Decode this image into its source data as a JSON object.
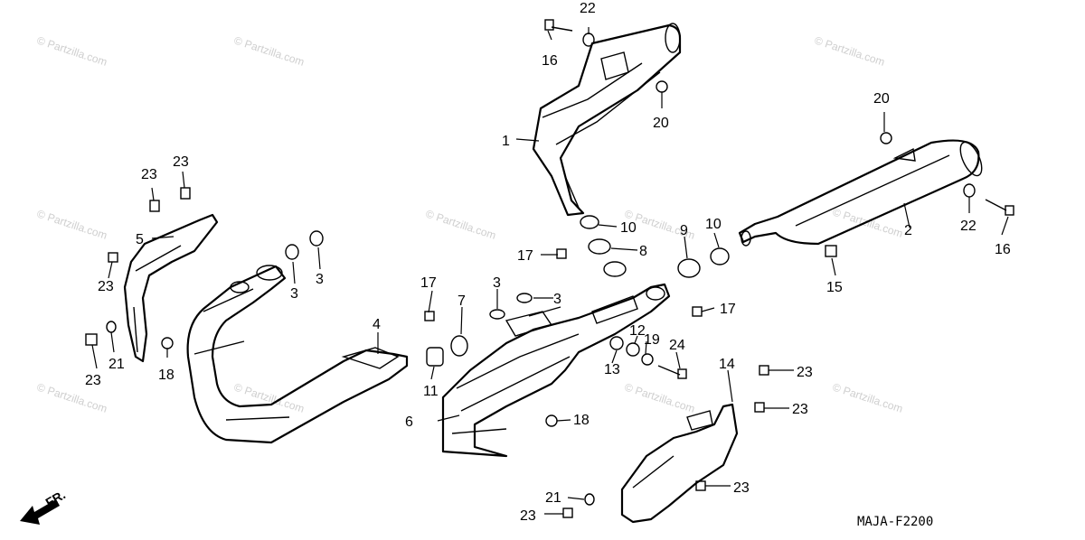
{
  "diagram_code": "MAJA-F2200",
  "direction_label": "FR.",
  "watermark": "© Partzilla.com",
  "callouts": [
    "1",
    "2",
    "3",
    "4",
    "5",
    "6",
    "7",
    "8",
    "9",
    "10",
    "11",
    "12",
    "13",
    "14",
    "15",
    "16",
    "17",
    "18",
    "19",
    "20",
    "21",
    "22",
    "23",
    "24"
  ],
  "colors": {
    "ink": "#000000",
    "watermark": "#cfcfcf",
    "background": "#ffffff"
  },
  "icons": [
    "fr-arrow-icon"
  ]
}
